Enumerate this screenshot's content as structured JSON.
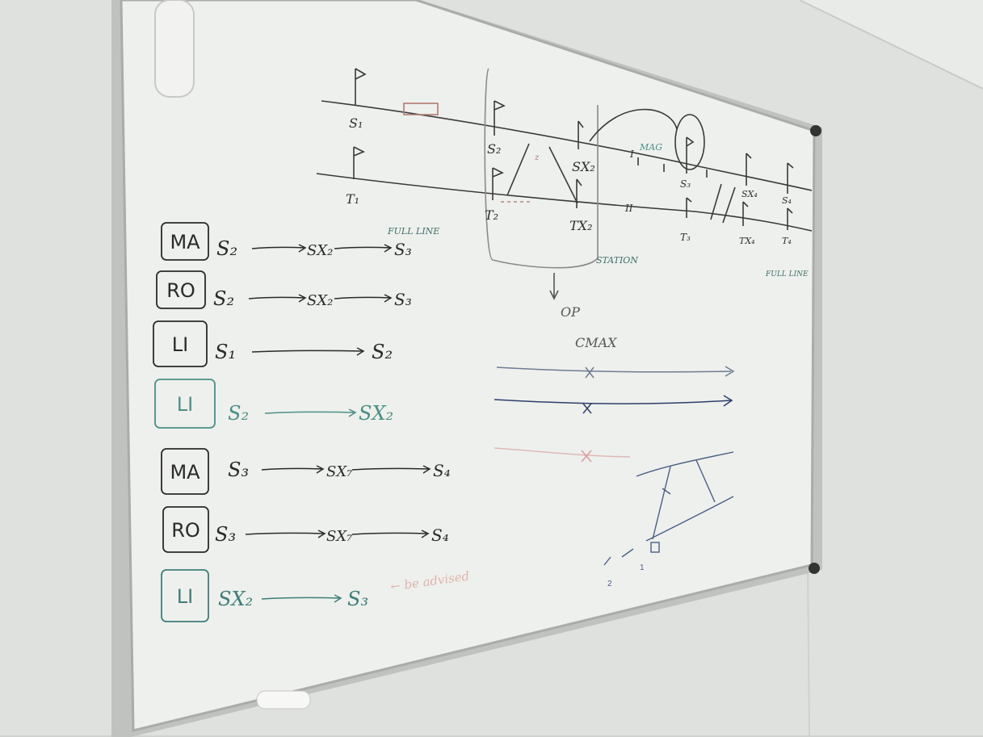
{
  "board": {
    "track_labels": {
      "s1": "S₁",
      "t1": "T₁",
      "s2": "S₂",
      "t2": "T₂",
      "sx2": "SX₂",
      "tx2": "TX₂",
      "s3": "S₃",
      "t3": "T₃",
      "sx4": "SX₄",
      "tx4": "TX₄",
      "s4": "S₄",
      "t4": "T₄",
      "roman_1": "I",
      "roman_2": "II",
      "mag": "MAG",
      "z": "z",
      "full_line_left": "FULL LINE",
      "station": "STATION",
      "full_line_right": "FULL LINE",
      "op": "OP",
      "cmax": "CMAX"
    },
    "routes": [
      {
        "type": "MA",
        "from": "S₂",
        "mid": "SX₂",
        "to": "S₃",
        "color": "#2a2a2a"
      },
      {
        "type": "RO",
        "from": "S₂",
        "mid": "SX₂",
        "to": "S₃",
        "color": "#2a2a2a"
      },
      {
        "type": "LI",
        "from": "S₁",
        "mid": "",
        "to": "S₂",
        "color": "#2a2a2a"
      },
      {
        "type": "LI",
        "from": "S₂",
        "mid": "",
        "to": "SX₂",
        "color": "#4c8f86"
      },
      {
        "type": "MA",
        "from": "S₃",
        "mid": "SX₇",
        "to": "S₄",
        "color": "#2a2a2a"
      },
      {
        "type": "RO",
        "from": "S₃",
        "mid": "SX₇",
        "to": "S₄",
        "color": "#2a2a2a"
      },
      {
        "type": "LI",
        "from": "SX₂",
        "mid": "",
        "to": "S₃",
        "color": "#3f7d78"
      }
    ],
    "note": "← be advised",
    "sketch_labels": {
      "one": "1",
      "two": "2"
    }
  }
}
